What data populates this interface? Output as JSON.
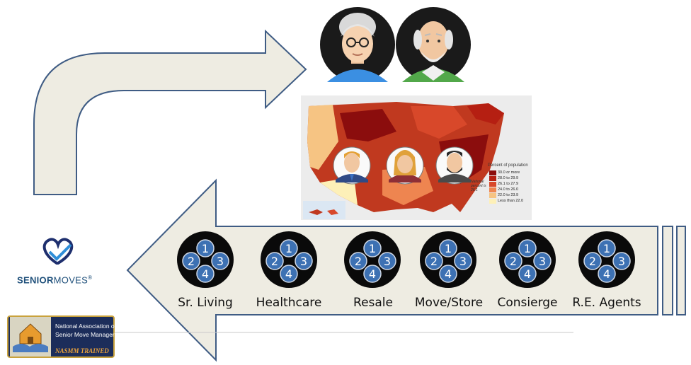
{
  "brand": {
    "senior_word": "SENIOR",
    "moves_word": "MOVES",
    "registered": "®"
  },
  "badge": {
    "line1": "National Association of",
    "line2": "Senior Move Managers",
    "line3": "NASMM TRAINED"
  },
  "map_legend": {
    "title": "Percent of population",
    "rows": [
      {
        "label": "30.0 or more",
        "color": "#8b0d0d"
      },
      {
        "label": "28.0 to 29.9",
        "color": "#b51f12"
      },
      {
        "label": "26.1 to 27.9",
        "color": "#d8482a"
      },
      {
        "label": "24.0 to 26.0",
        "color": "#ee8550"
      },
      {
        "label": "22.0 to 23.9",
        "color": "#f6c483"
      },
      {
        "label": "Less than 22.0",
        "color": "#fdf0b8"
      }
    ],
    "national_note": "National percent is 26.1"
  },
  "step_numbers": [
    "1",
    "2",
    "3",
    "4"
  ],
  "services": [
    {
      "label": "Sr. Living"
    },
    {
      "label": "Healthcare"
    },
    {
      "label": "Resale"
    },
    {
      "label": "Move/Store"
    },
    {
      "label": "Consierge"
    },
    {
      "label": "R.E. Agents"
    }
  ],
  "colors": {
    "arrow_fill": "#eeece2",
    "arrow_stroke": "#3f5c84",
    "circle_fill": "#0a0a0a",
    "dot_fill": "#3d71b3",
    "brand_blue": "#1e4f7a"
  }
}
